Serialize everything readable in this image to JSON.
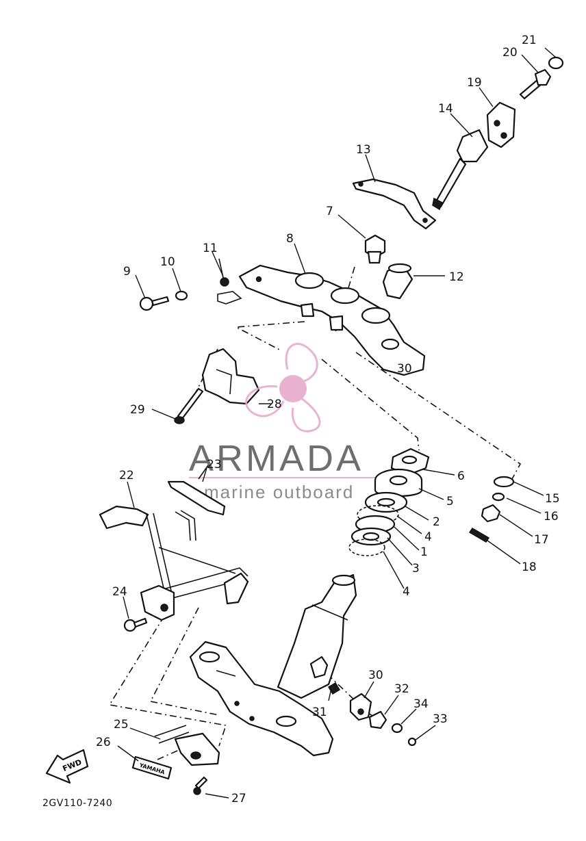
{
  "diagram": {
    "code": "2GV110-7240",
    "callouts": {
      "c1": "1",
      "c2": "2",
      "c3": "3",
      "c4a": "4",
      "c4b": "4",
      "c5": "5",
      "c6": "6",
      "c7": "7",
      "c8": "8",
      "c9": "9",
      "c10": "10",
      "c11": "11",
      "c12": "12",
      "c13": "13",
      "c14": "14",
      "c15": "15",
      "c16": "16",
      "c17": "17",
      "c18": "18",
      "c19": "19",
      "c20": "20",
      "c21": "21",
      "c22": "22",
      "c23": "23",
      "c24": "24",
      "c25": "25",
      "c26": "26",
      "c27": "27",
      "c28": "28",
      "c29": "29",
      "c30": "30",
      "c31": "31",
      "c32": "32",
      "c33": "33",
      "c34": "34"
    },
    "fwd_label": "FWD",
    "emblem_text": "YAMAHA"
  },
  "watermark": {
    "title": "ARMADA",
    "subtitle": "marine outboard",
    "colors": {
      "accent": "#e6a6c8",
      "text": "#555555"
    }
  }
}
